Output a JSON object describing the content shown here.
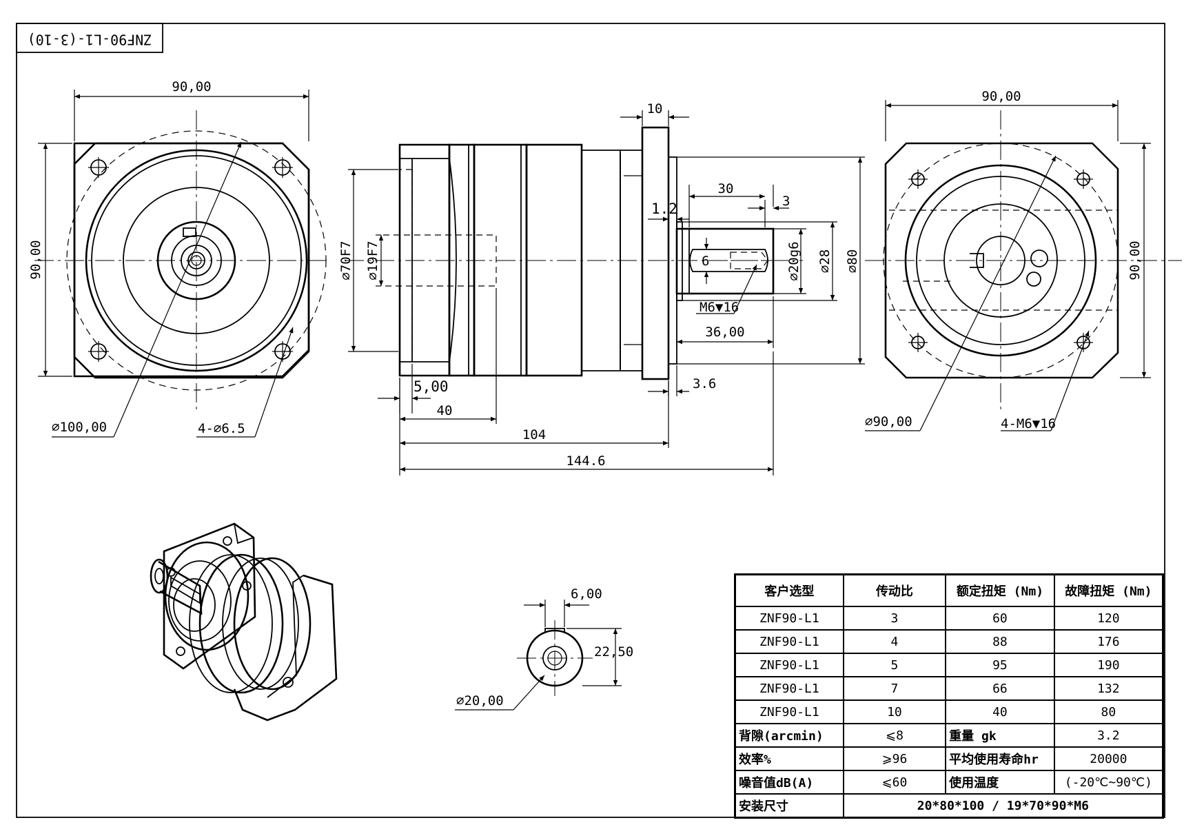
{
  "title_block": "ZNF90-L1-(3-10)",
  "front_view": {
    "width_dim": "90,00",
    "height_dim": "90,00",
    "pcd_dim": "⌀100,00",
    "hole_dim": "4-⌀6.5"
  },
  "side_view": {
    "flange_dim": "10",
    "shaft_len_dim": "30",
    "key_offset_dim": "3",
    "shoulder_dim": "1.2",
    "key_width_dim": "6",
    "tap_dim": "M6▼16",
    "shaft_full_dim": "36,00",
    "spigot_dim": "3.6",
    "input_depth_dim": "5,00",
    "input_bore_len_dim": "40",
    "body_len_dim": "104",
    "total_len_dim": "144.6",
    "dia_input_pilot": "⌀70F7",
    "dia_input_bore": "⌀19F7",
    "dia_shaft": "⌀20g6",
    "dia_shoulder": "⌀28",
    "dia_pilot": "⌀80"
  },
  "rear_view": {
    "width_dim": "90,00",
    "height_dim": "90,00",
    "pcd_dim": "⌀90,00",
    "tap_dim": "4-M6▼16"
  },
  "shaft_section": {
    "key_width_dim": "6,00",
    "key_height_dim": "22,50",
    "dia_dim": "⌀20,00"
  },
  "spec_table": {
    "headers": [
      "客户选型",
      "传动比",
      "额定扭矩 (Nm)",
      "故障扭矩 (Nm)"
    ],
    "rows": [
      [
        "ZNF90-L1",
        "3",
        "60",
        "120"
      ],
      [
        "ZNF90-L1",
        "4",
        "88",
        "176"
      ],
      [
        "ZNF90-L1",
        "5",
        "95",
        "190"
      ],
      [
        "ZNF90-L1",
        "7",
        "66",
        "132"
      ],
      [
        "ZNF90-L1",
        "10",
        "40",
        "80"
      ]
    ],
    "props": [
      {
        "label": "背隙(arcmin)",
        "value": "⩽8",
        "label2": "重量 gk",
        "value2": "3.2"
      },
      {
        "label": "效率%",
        "value": "⩾96",
        "label2": "平均使用寿命hr",
        "value2": "20000"
      },
      {
        "label": "噪音值dB(A)",
        "value": "⩽60",
        "label2": "使用温度",
        "value2": "(-20℃~90℃)"
      }
    ],
    "mount_label": "安装尺寸",
    "mount_value": "20*80*100 / 19*70*90*M6"
  }
}
